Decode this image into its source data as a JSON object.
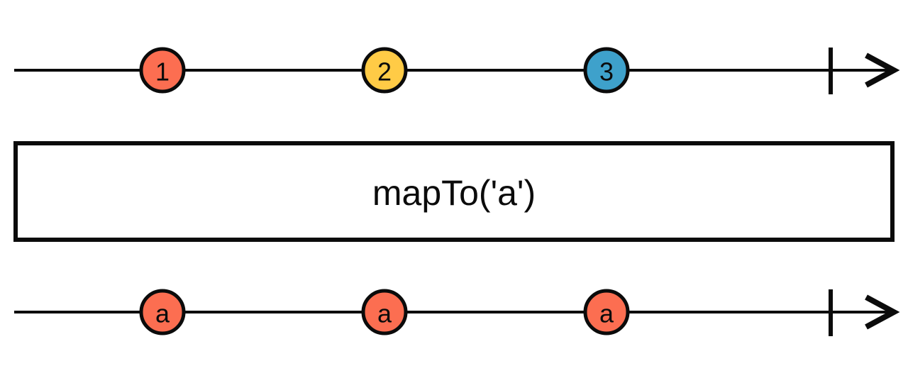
{
  "diagram": {
    "type": "rxjs-marble-diagram",
    "operator": {
      "label": "mapTo('a')"
    },
    "source_stream": {
      "marbles": [
        {
          "label": "1",
          "color": "#FC6E51"
        },
        {
          "label": "2",
          "color": "#FFCB46"
        },
        {
          "label": "3",
          "color": "#3EA1CB"
        }
      ],
      "completed": true
    },
    "output_stream": {
      "marbles": [
        {
          "label": "a",
          "color": "#FC6E51"
        },
        {
          "label": "a",
          "color": "#FC6E51"
        },
        {
          "label": "a",
          "color": "#FC6E51"
        }
      ],
      "completed": true
    },
    "colors": {
      "stroke": "#0B0B0B",
      "background": "#FFFFFF"
    }
  }
}
